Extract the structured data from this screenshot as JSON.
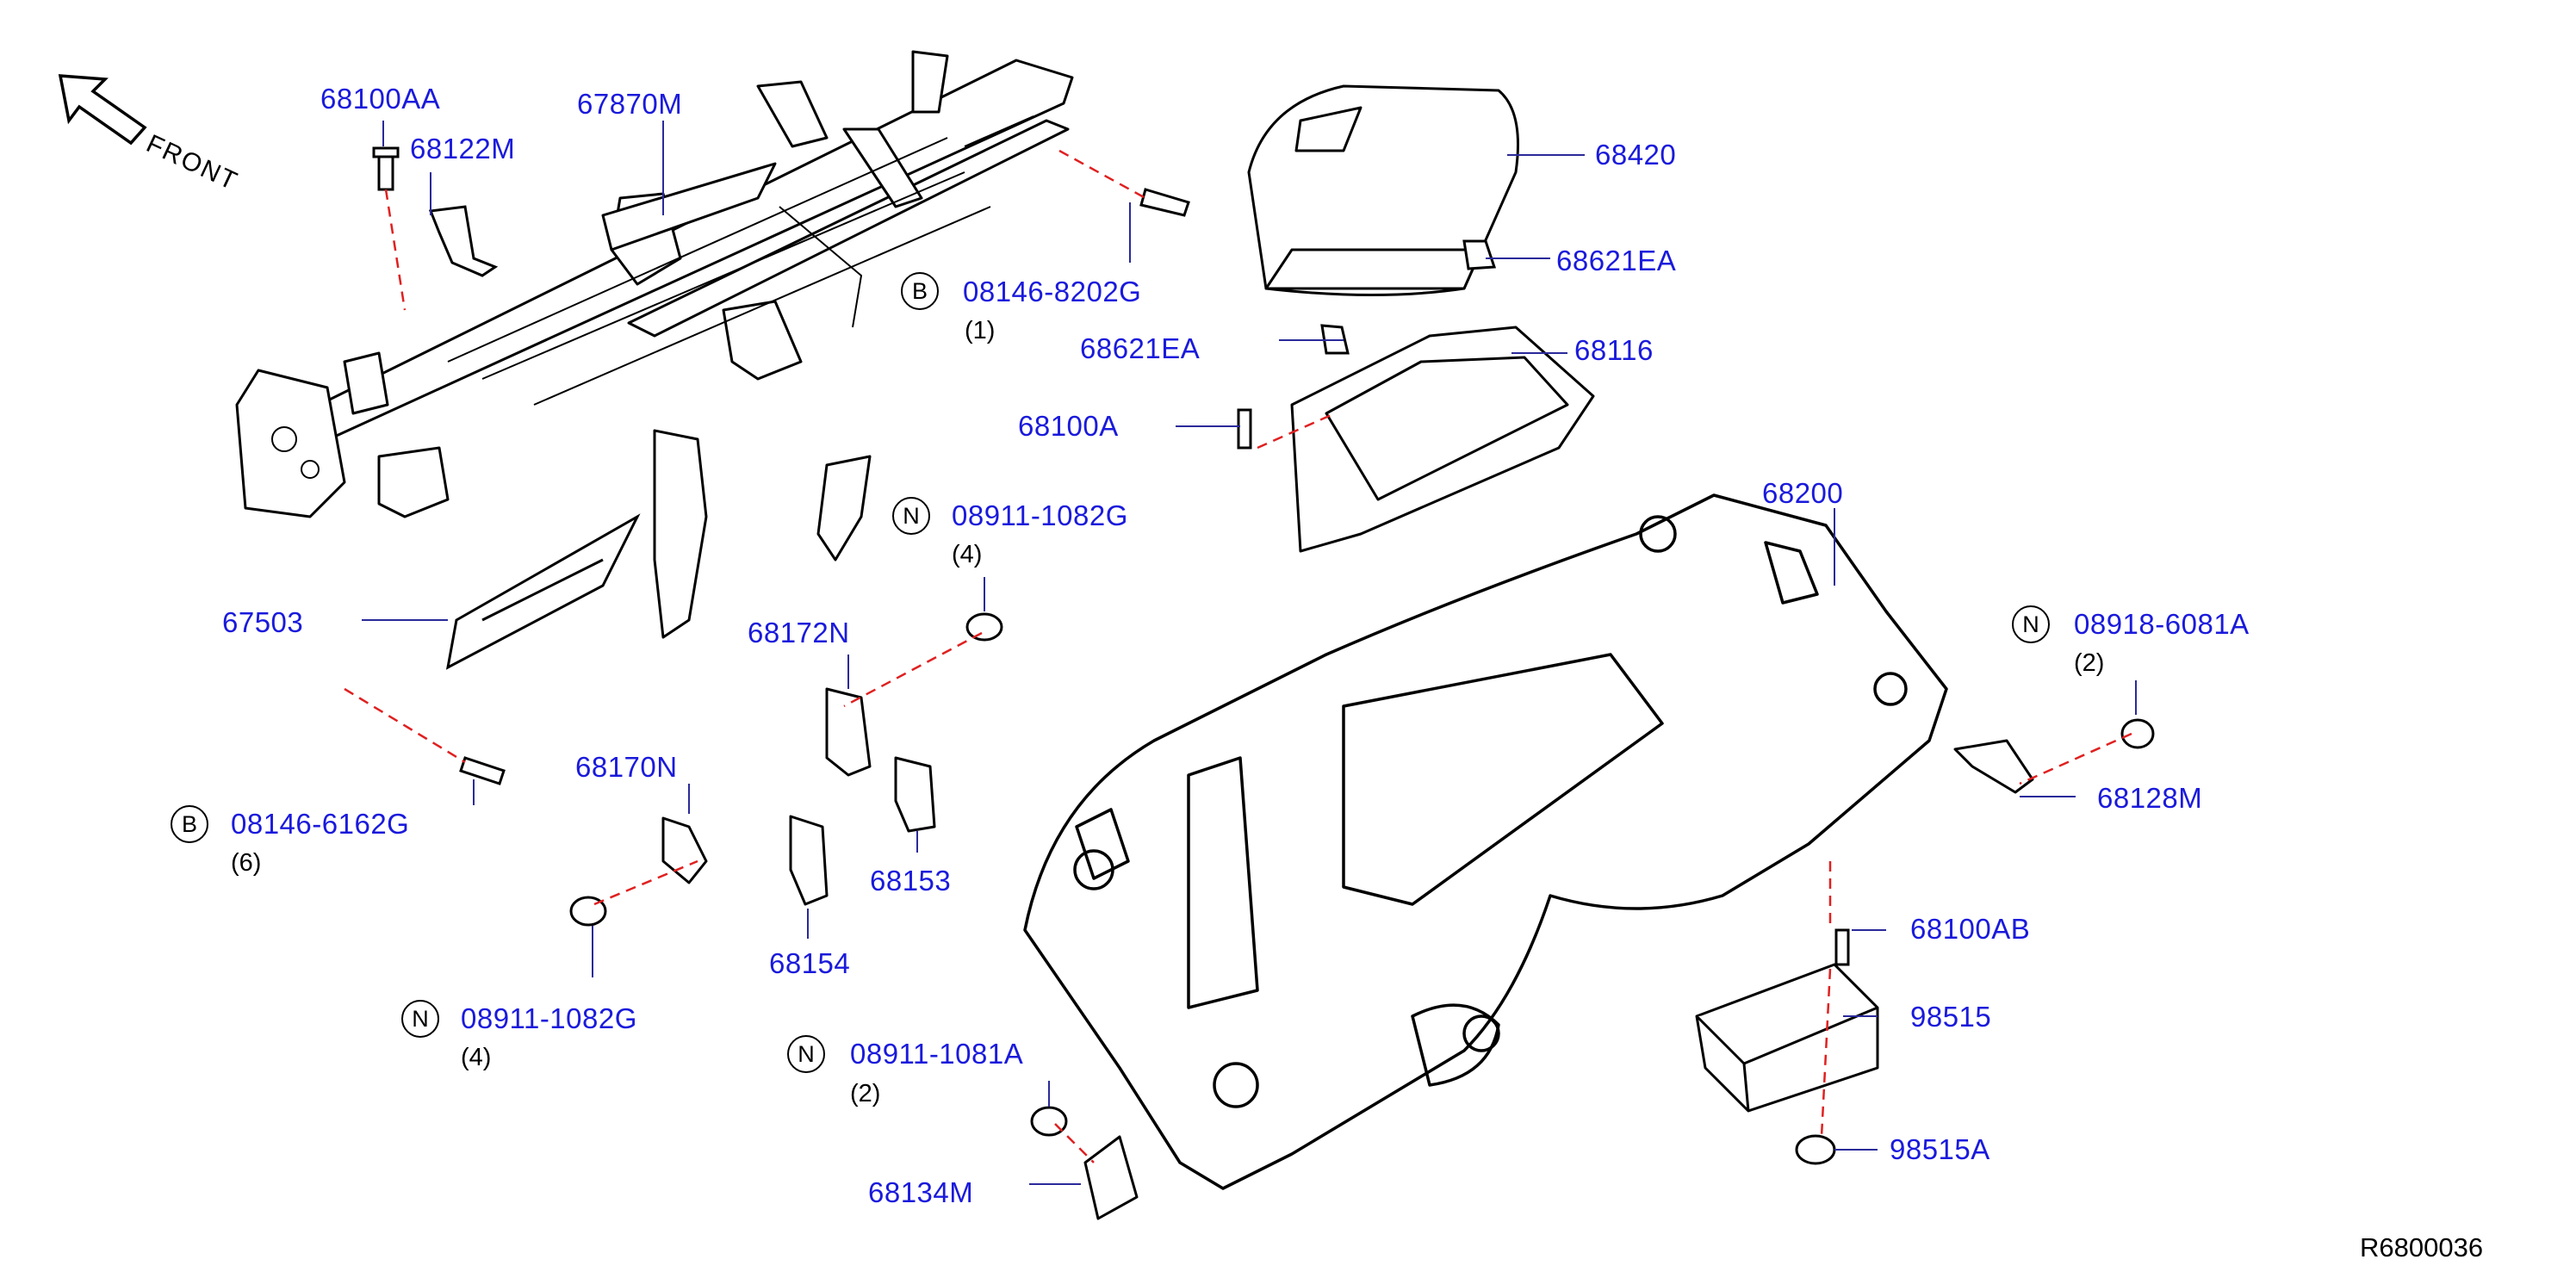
{
  "orientation": {
    "front_label": "FRONT",
    "arrow_icon": "front-arrow-icon"
  },
  "drawing_ref": "R6800036",
  "colors": {
    "callout_text": "#1a1adc",
    "leader_line": "#2a2a9a",
    "dash_line": "#e02020",
    "part_outline": "#000000"
  },
  "labels": [
    {
      "id": "p68100AA",
      "text": "68100AA"
    },
    {
      "id": "p68122M",
      "text": "68122M"
    },
    {
      "id": "p67870M",
      "text": "67870M"
    },
    {
      "id": "p68420",
      "text": "68420"
    },
    {
      "id": "p68621EA_a",
      "text": "68621EA"
    },
    {
      "id": "p08146_8202G",
      "text": "08146-8202G"
    },
    {
      "id": "p68621EA_b",
      "text": "68621EA"
    },
    {
      "id": "p68116",
      "text": "68116"
    },
    {
      "id": "p68100A",
      "text": "68100A"
    },
    {
      "id": "p68200",
      "text": "68200"
    },
    {
      "id": "p08911_1082G_a",
      "text": "08911-1082G"
    },
    {
      "id": "p67503",
      "text": "67503"
    },
    {
      "id": "p68172N",
      "text": "68172N"
    },
    {
      "id": "p08918_6081A",
      "text": "08918-6081A"
    },
    {
      "id": "p68128M",
      "text": "68128M"
    },
    {
      "id": "p68170N",
      "text": "68170N"
    },
    {
      "id": "p08146_6162G",
      "text": "08146-6162G"
    },
    {
      "id": "p68153",
      "text": "68153"
    },
    {
      "id": "p68100AB",
      "text": "68100AB"
    },
    {
      "id": "p68154",
      "text": "68154"
    },
    {
      "id": "p98515",
      "text": "98515"
    },
    {
      "id": "p08911_1082G_b",
      "text": "08911-1082G"
    },
    {
      "id": "p08911_1081A",
      "text": "08911-1081A"
    },
    {
      "id": "p98515A",
      "text": "98515A"
    },
    {
      "id": "p68134M",
      "text": "68134M"
    }
  ],
  "quantities": [
    {
      "id": "q1",
      "text": "(1)"
    },
    {
      "id": "q4a",
      "text": "(4)"
    },
    {
      "id": "q2a",
      "text": "(2)"
    },
    {
      "id": "q6",
      "text": "(6)"
    },
    {
      "id": "q4b",
      "text": "(4)"
    },
    {
      "id": "q2b",
      "text": "(2)"
    }
  ],
  "symbols": [
    {
      "id": "s1",
      "text": "B"
    },
    {
      "id": "s2",
      "text": "N"
    },
    {
      "id": "s3",
      "text": "N"
    },
    {
      "id": "s4",
      "text": "B"
    },
    {
      "id": "s5",
      "text": "N"
    },
    {
      "id": "s6",
      "text": "N"
    }
  ]
}
